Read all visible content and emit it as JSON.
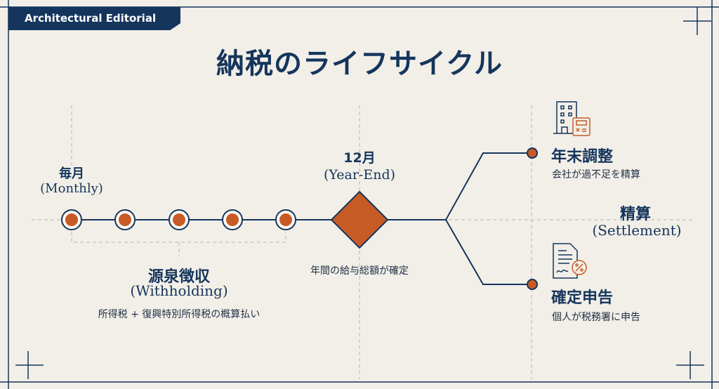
{
  "badge": "Architectural Editorial",
  "title": "納税のライフサイクル",
  "monthly": {
    "jp": "毎月",
    "en": "(Monthly)"
  },
  "withholding": {
    "jp": "源泉徴収",
    "en": "(Withholding)",
    "desc": "所得税 + 復興特別所得税の概算払い"
  },
  "year_end": {
    "jp": "12月",
    "en": "(Year-End)",
    "desc": "年間の給与総額が確定"
  },
  "settlement": {
    "jp": "精算",
    "en": "(Settlement)"
  },
  "year_end_adjustment": {
    "title": "年末調整",
    "desc": "会社が過不足を精算",
    "icon": "building-calculator-icon"
  },
  "tax_return": {
    "title": "確定申告",
    "desc": "個人が税務署に申告",
    "icon": "document-percent-icon"
  },
  "colors": {
    "navy": "#15355c",
    "orange": "#c85a26",
    "background": "#f2efe8"
  }
}
